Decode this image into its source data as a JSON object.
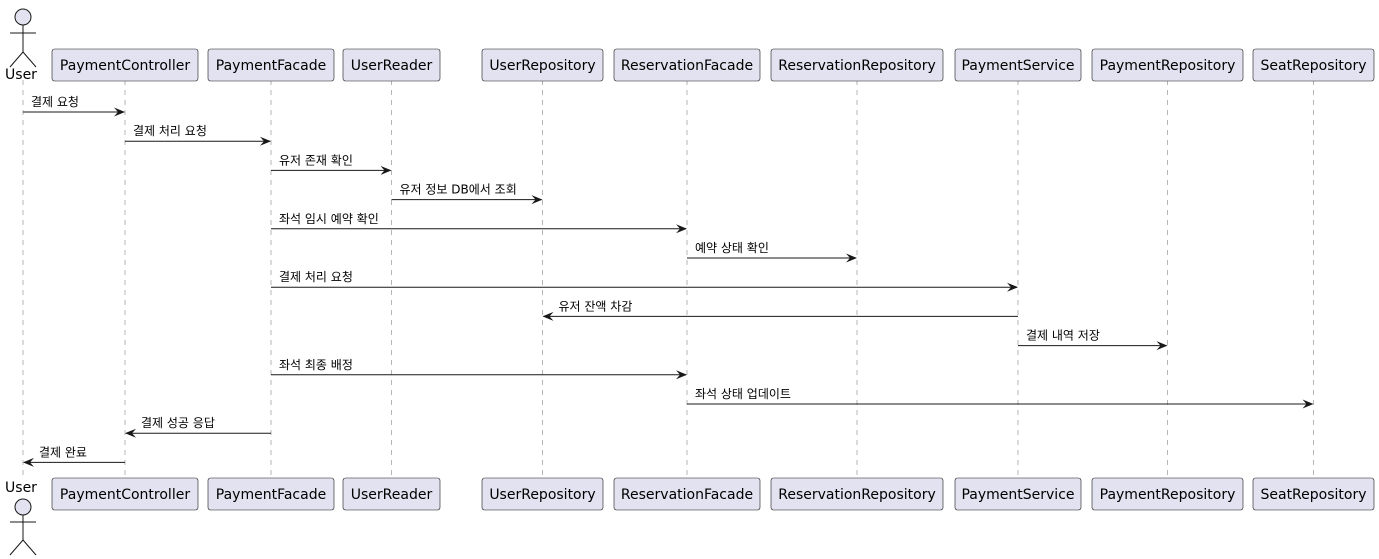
{
  "diagram": {
    "type": "sequence",
    "actor": {
      "id": "user",
      "label": "User"
    },
    "participants": [
      {
        "id": "controller",
        "label": "PaymentController"
      },
      {
        "id": "facade",
        "label": "PaymentFacade"
      },
      {
        "id": "userreader",
        "label": "UserReader"
      },
      {
        "id": "userrepo",
        "label": "UserRepository"
      },
      {
        "id": "resfacade",
        "label": "ReservationFacade"
      },
      {
        "id": "resrepo",
        "label": "ReservationRepository"
      },
      {
        "id": "paysvc",
        "label": "PaymentService"
      },
      {
        "id": "payrepo",
        "label": "PaymentRepository"
      },
      {
        "id": "seatrepo",
        "label": "SeatRepository"
      }
    ],
    "messages": [
      {
        "from": "user",
        "to": "controller",
        "label": "결제 요청"
      },
      {
        "from": "controller",
        "to": "facade",
        "label": "결제 처리 요청"
      },
      {
        "from": "facade",
        "to": "userreader",
        "label": "유저 존재 확인"
      },
      {
        "from": "userreader",
        "to": "userrepo",
        "label": "유저 정보 DB에서 조회"
      },
      {
        "from": "facade",
        "to": "resfacade",
        "label": "좌석 임시 예약 확인"
      },
      {
        "from": "resfacade",
        "to": "resrepo",
        "label": "예약 상태 확인"
      },
      {
        "from": "facade",
        "to": "paysvc",
        "label": "결제 처리 요청"
      },
      {
        "from": "paysvc",
        "to": "userrepo",
        "label": "유저 잔액 차감"
      },
      {
        "from": "paysvc",
        "to": "payrepo",
        "label": "결제 내역 저장"
      },
      {
        "from": "facade",
        "to": "resfacade",
        "label": "좌석 최종 배정"
      },
      {
        "from": "resfacade",
        "to": "seatrepo",
        "label": "좌석 상태 업데이트"
      },
      {
        "from": "facade",
        "to": "controller",
        "label": "결제 성공 응답"
      },
      {
        "from": "controller",
        "to": "user",
        "label": "결제 완료"
      }
    ],
    "colors": {
      "participant_fill": "#E2E2F0",
      "border": "#181818",
      "lifeline": "#B5B5B5",
      "arrow": "#181818",
      "background": "#FFFFFF"
    }
  }
}
